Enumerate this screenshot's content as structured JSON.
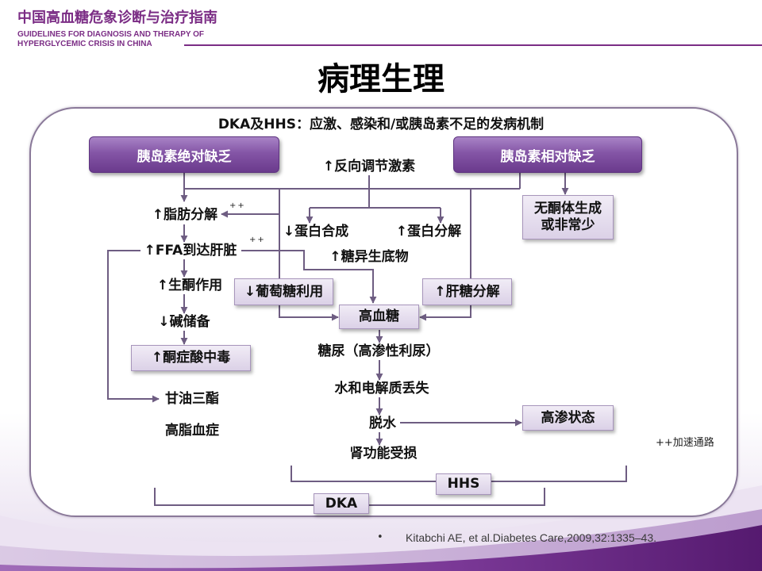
{
  "header": {
    "title_cn": "中国高血糖危象诊断与治疗指南",
    "title_en": [
      "GUIDELINES FOR DIAGNOSIS AND THERAPY OF",
      "HYPERGLYCEMIC CRISIS IN CHINA"
    ]
  },
  "slide": {
    "title": "病理生理",
    "subtitle": "DKA及HHS：应激、感染和/或胰岛素不足的发病机制"
  },
  "diagram": {
    "absolute_deficiency": "胰岛素绝对缺乏",
    "relative_deficiency": "胰岛素相对缺乏",
    "counterregulatory_hormones": "↑反向调节激素",
    "no_ketone": [
      "无酮体生成",
      "或非常少"
    ],
    "lipolysis": "↑脂肪分解",
    "protein_synthesis": "↓蛋白合成",
    "proteolysis": "↑蛋白分解",
    "ffa_to_liver": "↑FFA到达肝脏",
    "gluconeogenic_substrates": "↑糖异生底物",
    "ketogenesis": "↑生酮作用",
    "glucose_utilization": "↓葡萄糖利用",
    "glycogenolysis": "↑肝糖分解",
    "hyperglycemia": "高血糖",
    "alkali_reserve": "↓碱储备",
    "ketoacidosis": "↑酮症酸中毒",
    "glycosuria": "糖尿（高渗性利尿）",
    "fluid_electrolyte_loss": "水和电解质丢失",
    "triglycerides": "甘油三酯",
    "dehydration": "脱水",
    "hyperosmolarity": "高渗状态",
    "hyperlipidemia": "高脂血症",
    "renal_impairment": "肾功能受损",
    "hhs_label": "HHS",
    "dka_label": "DKA",
    "accelerated_mark": "++",
    "legend": "++加速通路"
  },
  "reference": {
    "bullet": "•",
    "text": "Kitabchi AE, et al.Diabetes Care,2009,32:1335–43."
  },
  "colors": {
    "brand_purple": "#7b2d85",
    "box_purple_top": "#a883c6",
    "box_purple_bottom": "#6a3a8c",
    "box_lavender_top": "#f1ecf6",
    "box_lavender_bottom": "#dbd1e7",
    "connector": "#6e5d82",
    "frame": "#8a7999"
  }
}
